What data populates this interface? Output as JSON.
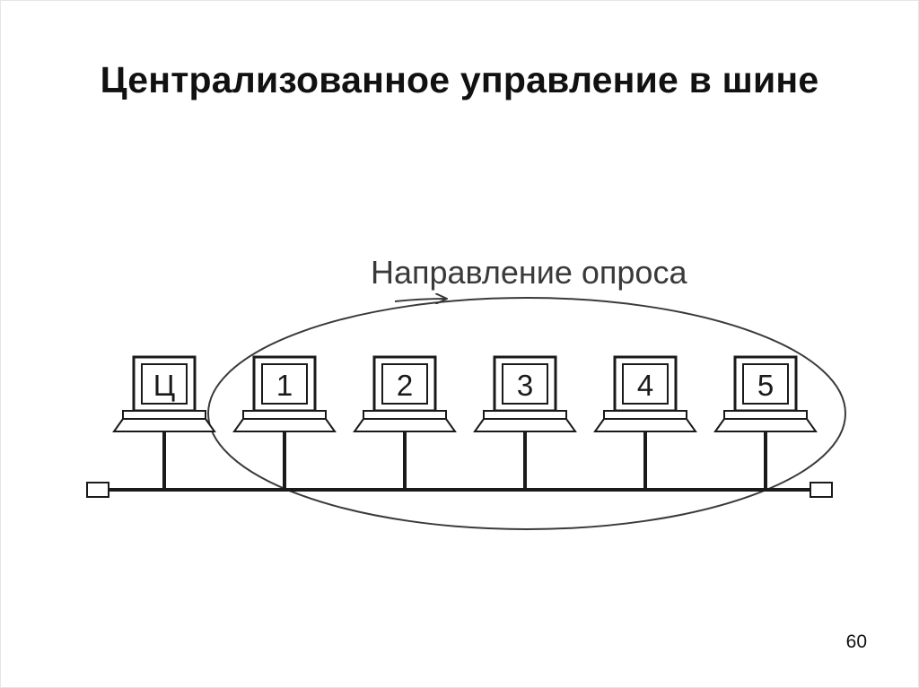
{
  "slide": {
    "title": "Централизованное управление в шине",
    "page_number": "60"
  },
  "diagram": {
    "poll_direction_label": "Направление опроса",
    "nodes": [
      {
        "label": "Ц"
      },
      {
        "label": "1"
      },
      {
        "label": "2"
      },
      {
        "label": "3"
      },
      {
        "label": "4"
      },
      {
        "label": "5"
      }
    ]
  }
}
